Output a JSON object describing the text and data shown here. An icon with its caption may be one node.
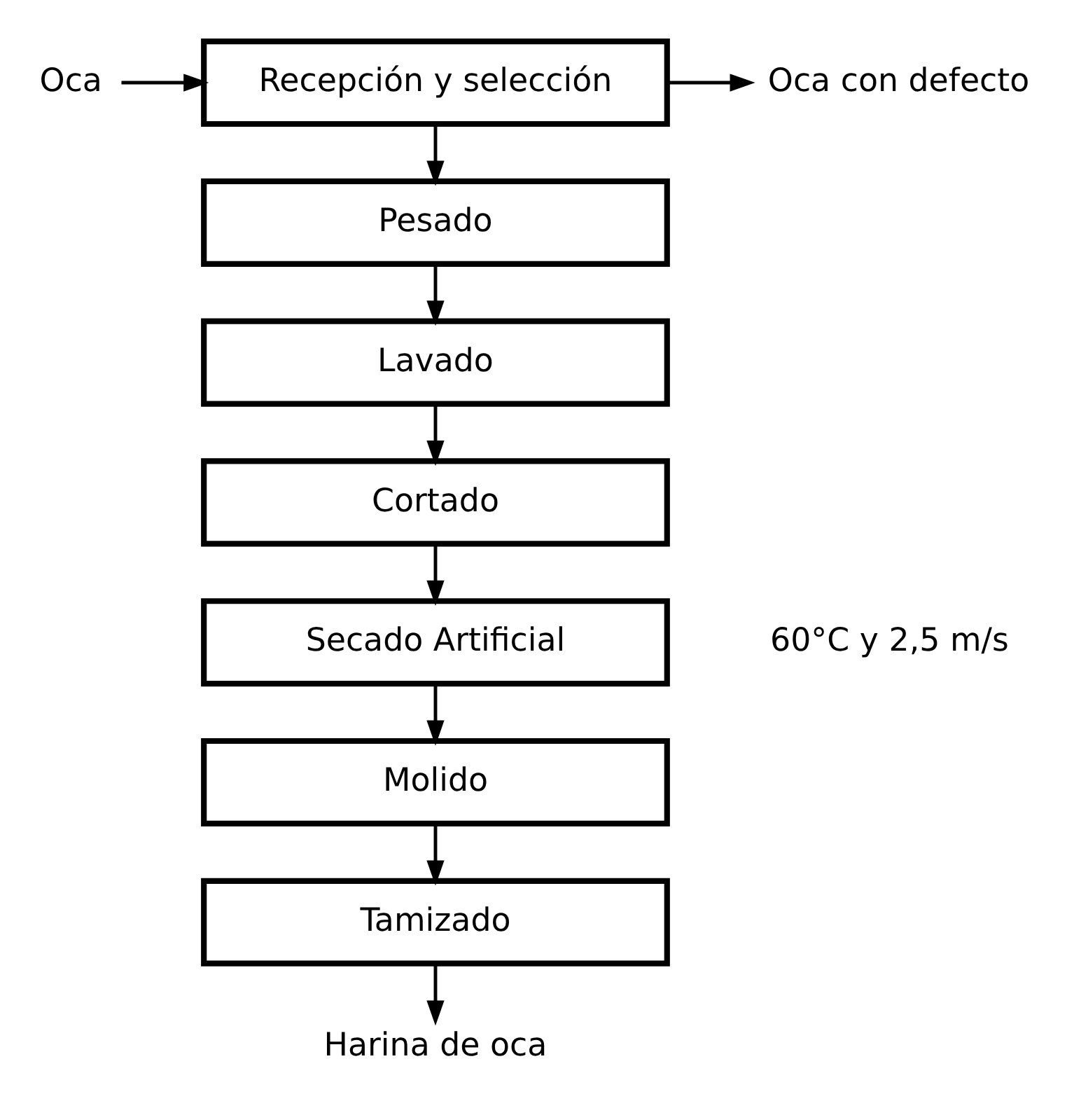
{
  "diagram": {
    "nodes": [
      {
        "text": [
          "Oca"
        ]
      },
      {
        "text": [
          "Recepción y selección"
        ]
      },
      {
        "text": [
          "Oca con defecto"
        ]
      },
      {
        "text": [
          "Pesado"
        ]
      },
      {
        "text": [
          "Lavado"
        ]
      },
      {
        "text": [
          "Cortado"
        ]
      },
      {
        "text": [
          "Secado Artificial"
        ],
        "beside": [
          "60°C y 2,5 m/s"
        ]
      },
      {
        "text": [
          "Molido"
        ]
      },
      {
        "text": [
          "Tamizado"
        ]
      },
      {
        "text": [
          "Harina de oca"
        ]
      }
    ],
    "edges": [
      {
        "from": 0,
        "to": 1,
        "arrow": "to"
      },
      {
        "from": 1,
        "to": 2,
        "arrow": "to"
      },
      {
        "from": 1,
        "to": 3,
        "arrow": "to"
      },
      {
        "from": 3,
        "to": 4,
        "arrow": "to"
      },
      {
        "from": 4,
        "to": 5,
        "arrow": "to"
      },
      {
        "from": 5,
        "to": 6,
        "arrow": "to"
      },
      {
        "from": 6,
        "to": 7,
        "arrow": "to"
      },
      {
        "from": 7,
        "to": 8,
        "arrow": "to"
      },
      {
        "from": 8,
        "to": 9,
        "arrow": "to"
      }
    ]
  }
}
